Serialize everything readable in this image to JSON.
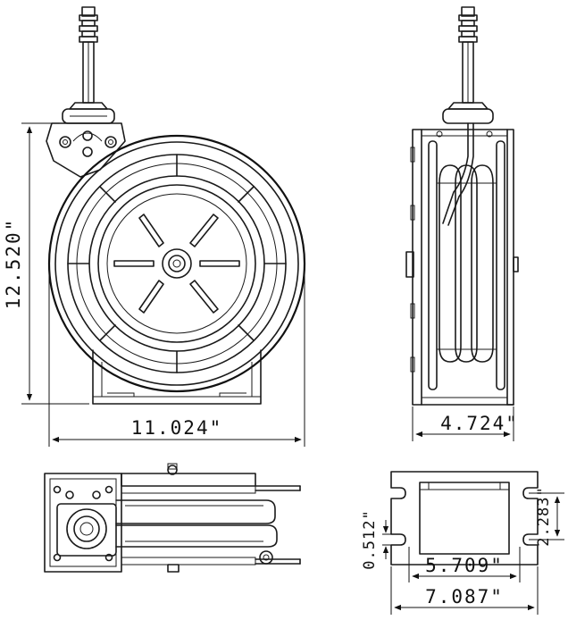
{
  "dimensions": {
    "front_height": "12.520\"",
    "front_width": "11.024\"",
    "side_width": "4.724\"",
    "base_slot_offset": "0.512\"",
    "base_slot_spacing": "2.283\"",
    "base_hole_spacing": "5.709\"",
    "base_width": "7.087\""
  },
  "colors": {
    "line": "#1a1a1a",
    "background": "#ffffff"
  }
}
